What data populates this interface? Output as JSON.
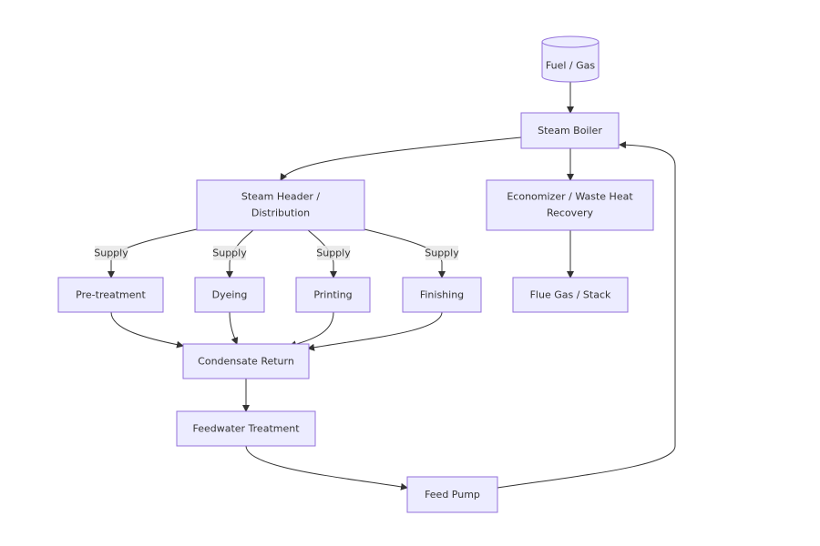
{
  "nodes": {
    "fuel": "Fuel / Gas",
    "boiler": "Steam Boiler",
    "header_line1": "Steam Header /",
    "header_line2": "Distribution",
    "economizer_line1": "Economizer / Waste Heat",
    "economizer_line2": "Recovery",
    "pretreatment": "Pre-treatment",
    "dyeing": "Dyeing",
    "printing": "Printing",
    "finishing": "Finishing",
    "flue": "Flue Gas / Stack",
    "condensate": "Condensate Return",
    "feedwater": "Feedwater Treatment",
    "pump": "Feed Pump"
  },
  "edge_labels": {
    "supply_pretreatment": "Supply",
    "supply_dyeing": "Supply",
    "supply_printing": "Supply",
    "supply_finishing": "Supply"
  },
  "colors": {
    "node_fill": "#ECECFF",
    "node_stroke": "#9370DB",
    "edge": "#333333",
    "label_bg": "#e8e8e8"
  }
}
